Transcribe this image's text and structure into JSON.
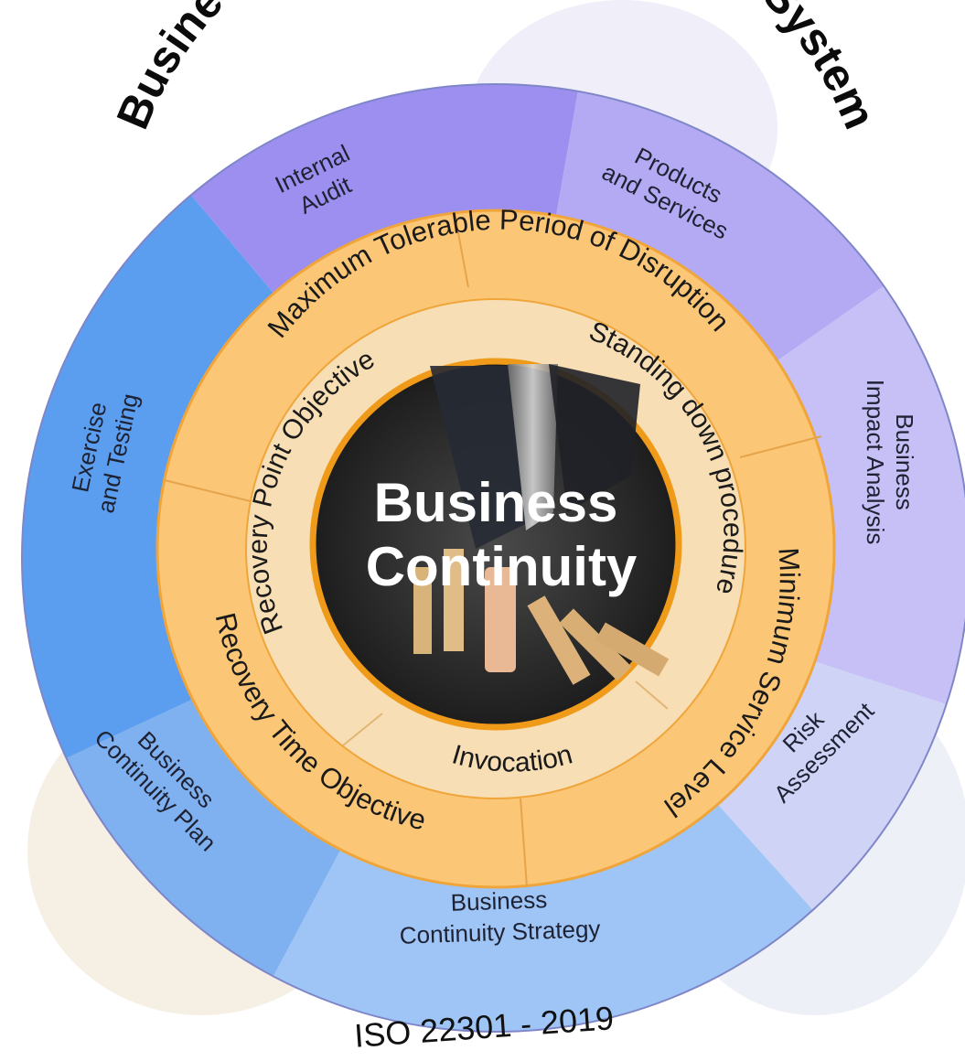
{
  "title": "Business Continuity Management System",
  "footer": "ISO 22301 - 2019",
  "center": {
    "line1": "Business",
    "line2": "Continuity"
  },
  "outer_segments": [
    {
      "id": "internal-audit",
      "lines": [
        "Internal",
        "Audit"
      ],
      "color": "#9d8fef"
    },
    {
      "id": "products-services",
      "lines": [
        "Products",
        "and Services"
      ],
      "color": "#b3aaf3"
    },
    {
      "id": "business-impact-analysis",
      "lines": [
        "Business",
        "Impact Analysis"
      ],
      "color": "#c6c0f6"
    },
    {
      "id": "risk-assessment",
      "lines": [
        "Risk",
        "Assessment"
      ],
      "color": "#cfd3f6"
    },
    {
      "id": "business-continuity-strategy",
      "lines": [
        "Business",
        "Continuity Strategy"
      ],
      "color": "#9ec5f6"
    },
    {
      "id": "business-continuity-plan",
      "lines": [
        "Business",
        "Continuity Plan"
      ],
      "color": "#7fb0f0"
    },
    {
      "id": "exercise-testing",
      "lines": [
        "Exercise",
        "and Testing"
      ],
      "color": "#5b9ef0"
    }
  ],
  "middle_ring": [
    {
      "id": "mtpd",
      "label": "Maximum Tolerable Period of Disruption"
    },
    {
      "id": "msl",
      "label": "Minimum Service Levels"
    },
    {
      "id": "rto",
      "label": "Recovery Time Objective"
    }
  ],
  "inner_ring": [
    {
      "id": "rpo",
      "label": "Recovery Point Objective"
    },
    {
      "id": "standing-down",
      "label": "Standing down procedure"
    },
    {
      "id": "invocation",
      "label": "Invocation"
    }
  ],
  "colors": {
    "middle_ring": "#fbc777",
    "inner_ring": "#f7deb4",
    "ring_border": "#f09a1a",
    "center_dark": "#2c2c2c"
  }
}
